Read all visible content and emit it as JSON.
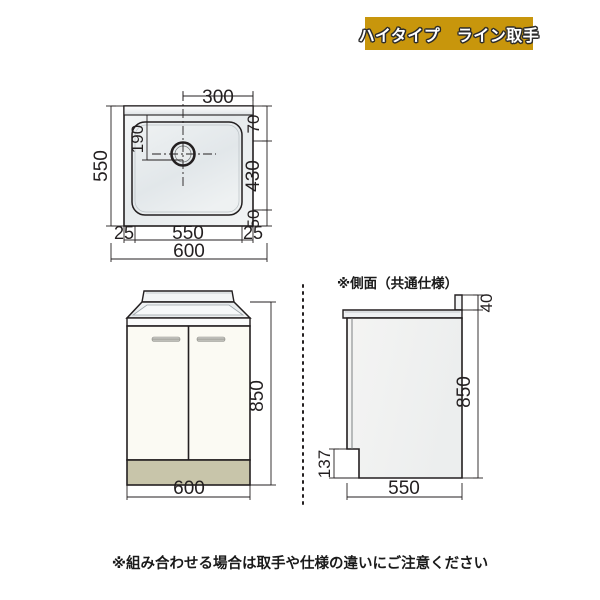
{
  "header": {
    "banner_label": "ハイタイプ　ライン取手",
    "banner_color": "#c8960c",
    "banner_text_color": "#ffffff"
  },
  "footer": {
    "note": "※組み合わせる場合は取手や仕様の違いにご注意ください"
  },
  "views": {
    "top_view": {
      "name": "sink-top-view",
      "dimensions": {
        "left_height": "550",
        "top_width": "300",
        "inner_offset_top": "190",
        "right_top": "70",
        "right_middle": "430",
        "right_bottom": "50",
        "bottom_left": "25",
        "bottom_center": "550",
        "bottom_right": "25",
        "bottom_total": "600"
      }
    },
    "front_view": {
      "name": "cabinet-front-view",
      "dimensions": {
        "height": "850",
        "width": "600"
      }
    },
    "side_view": {
      "name": "cabinet-side-view",
      "label": "※側面（共通仕様）",
      "dimensions": {
        "top_overhang": "40",
        "height": "850",
        "toe_kick": "137",
        "depth": "550"
      }
    }
  },
  "colors": {
    "line": "#231f20",
    "counter_fill": "#eef0f2",
    "door_fill": "#fbfaf3",
    "base_fill": "#c8c5aa",
    "side_fill": "#f0f0ef",
    "basin_fill": "#e8ecee"
  }
}
